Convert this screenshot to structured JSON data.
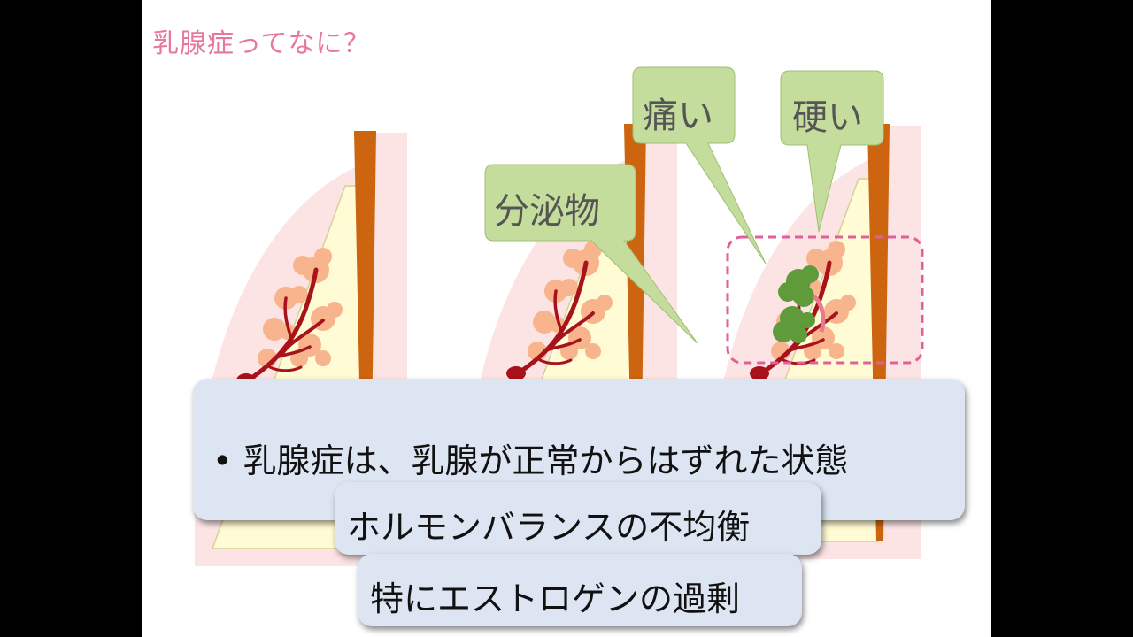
{
  "slide": {
    "title": "乳腺症ってなに？",
    "callouts": {
      "secretion": "分泌物",
      "pain": "痛い",
      "hard": "硬い"
    },
    "points": {
      "main": "• 乳腺症は、乳腺が正常からはずれた状態",
      "cause": "ホルモンバランスの不均衡",
      "detail": "特にエストロゲンの過剰"
    }
  },
  "colors": {
    "title": "#e8779f",
    "callout_fill": "#c5dd9c",
    "banner_fill": "#dce5f1",
    "rib": "#cc6410",
    "lobule": "#f8b48c",
    "duct": "#a8121a",
    "lump": "#5f9a3b",
    "highlight_border": "#e0609a"
  }
}
